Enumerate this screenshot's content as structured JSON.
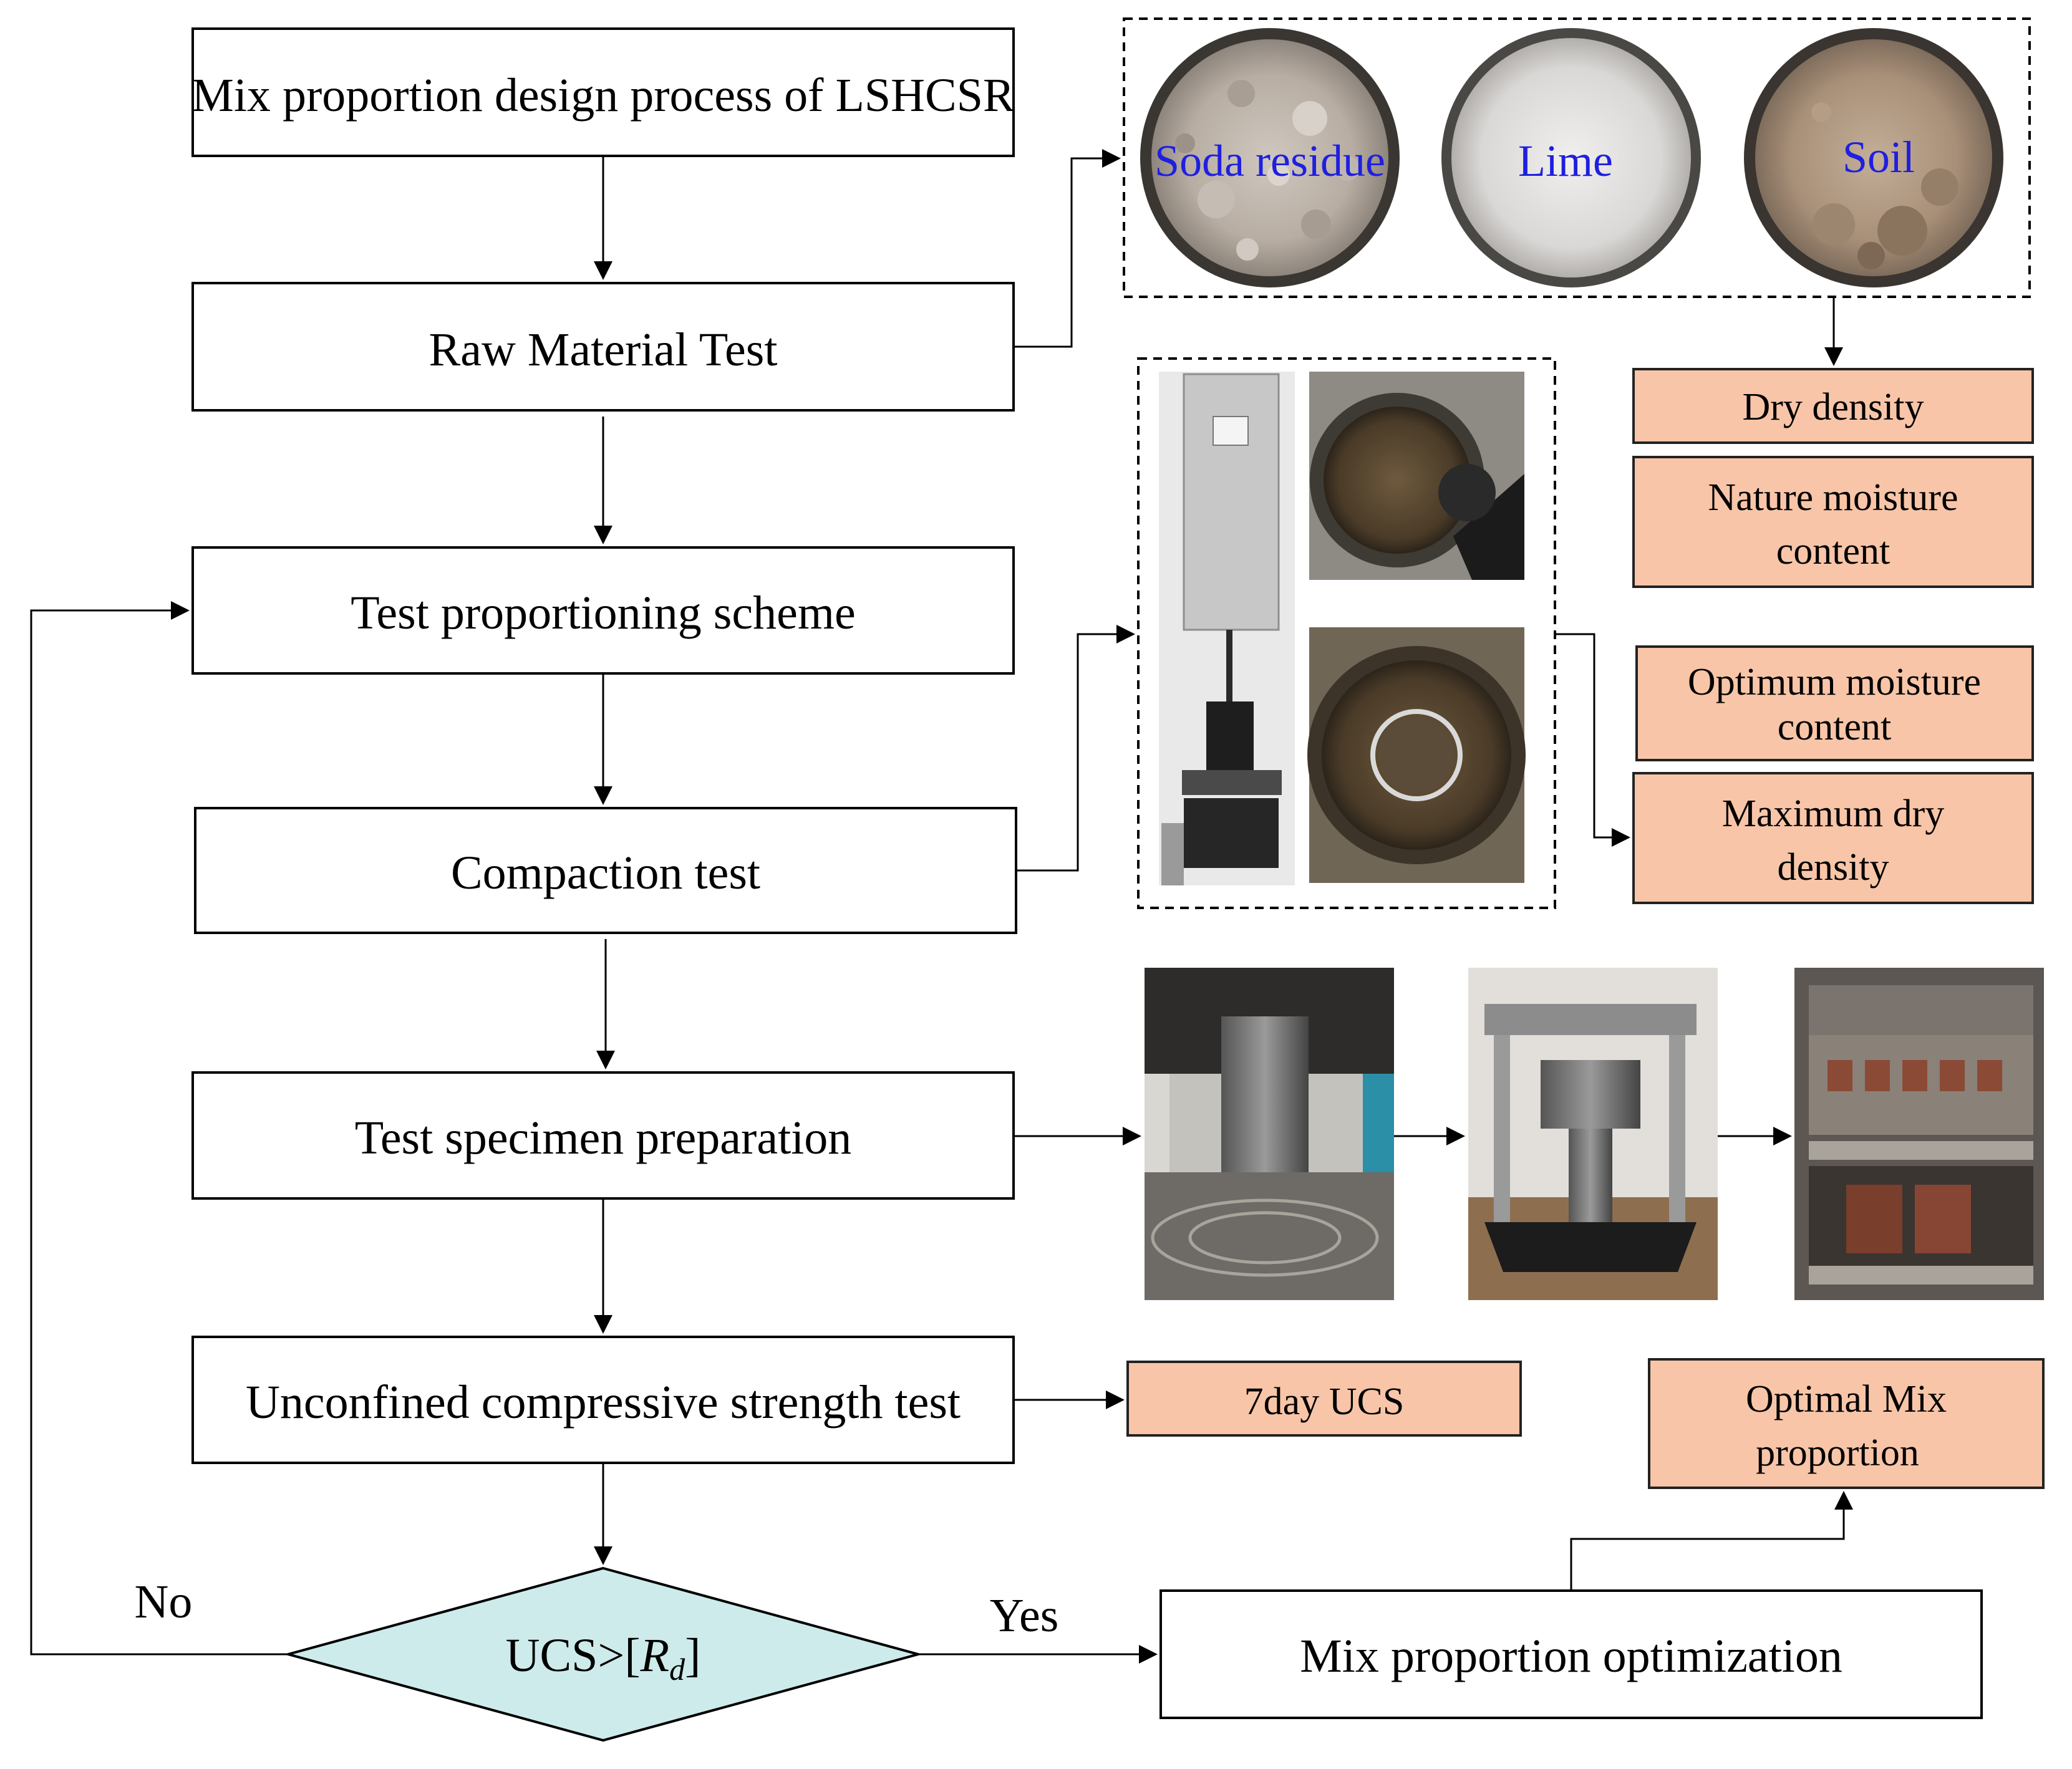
{
  "flow": {
    "title_box": "Mix proportion design process of LSHCSR",
    "raw_material": "Raw Material Test",
    "proportioning": "Test proportioning scheme",
    "compaction": "Compaction test",
    "specimen": "Test specimen preparation",
    "ucs_test": "Unconfined compressive strength test",
    "decision_main": "UCS>[",
    "decision_var": "R",
    "decision_sub": "d",
    "decision_close": "]",
    "no_label": "No",
    "yes_label": "Yes",
    "optimization": "Mix proportion  optimization"
  },
  "materials": {
    "soda_residue": "Soda residue",
    "lime": "Lime",
    "soil": "Soil"
  },
  "results": {
    "dry_density": "Dry density",
    "moisture_line1": "Nature moisture",
    "moisture_line2": "content",
    "optimum_line1": "Optimum moisture",
    "optimum_line2": "content",
    "maxdry_line1": "Maximum dry",
    "maxdry_line2": "density",
    "ucs7": "7day UCS",
    "optimal_line1": "Optimal Mix",
    "optimal_line2": "proportion"
  },
  "colors": {
    "result_box": "#F8C5A8",
    "decision": "#CDEBEA",
    "material_label": "#1F1FE0"
  }
}
